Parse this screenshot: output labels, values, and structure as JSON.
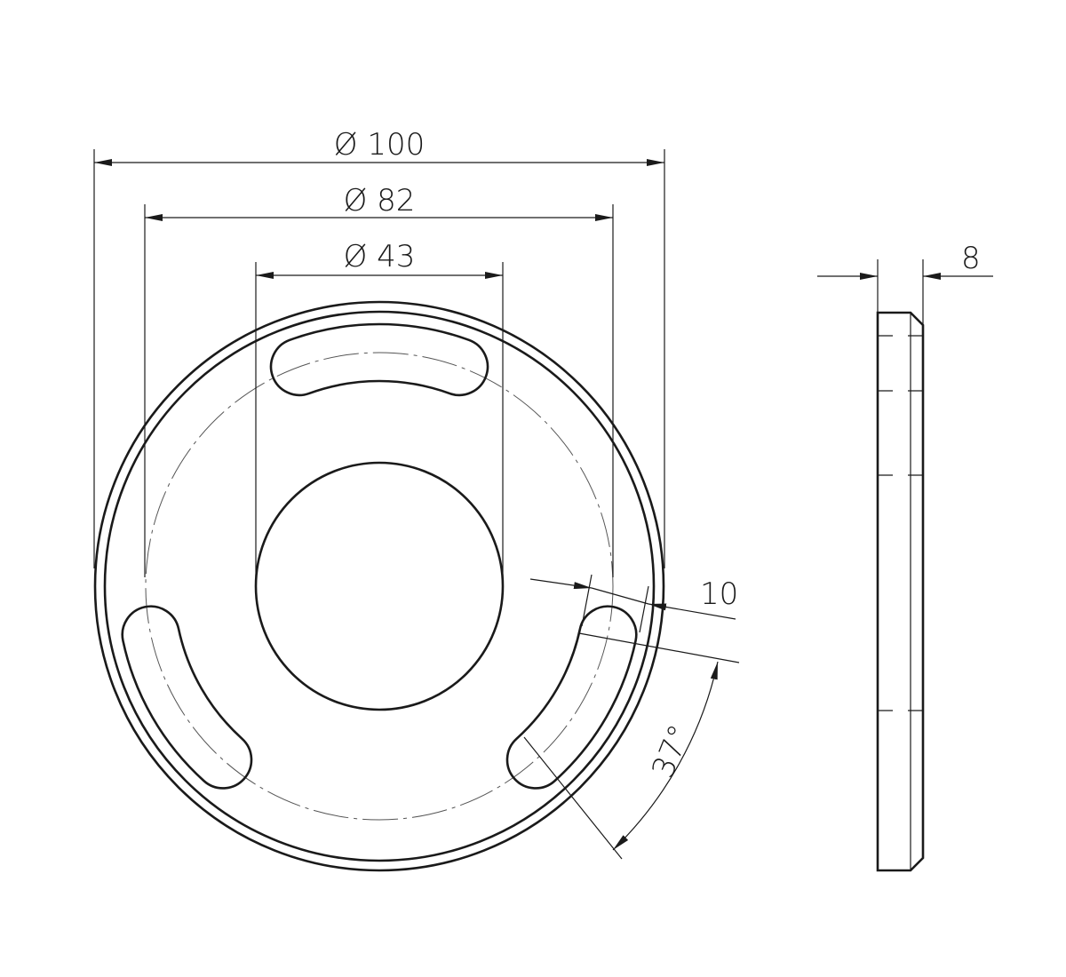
{
  "drawing": {
    "dimensions": {
      "outer_diameter": "Ø 100",
      "pitch_diameter": "Ø 82",
      "bore_diameter": "Ø 43",
      "slot_width": "10",
      "slot_angle": "37°",
      "thickness": "8"
    },
    "line_color": "#1a1a1a"
  }
}
